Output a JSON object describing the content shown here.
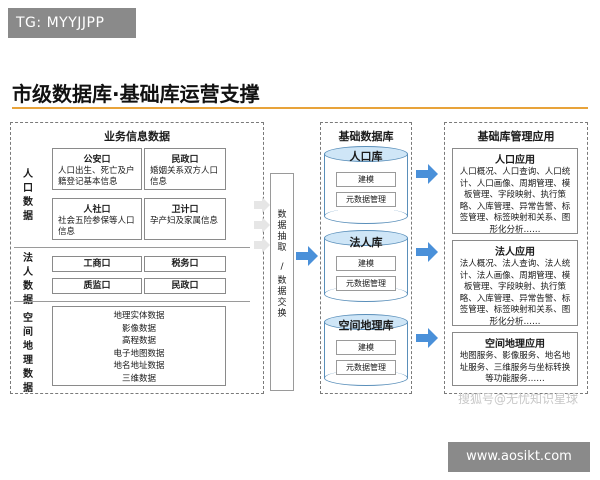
{
  "tag": "TG: MYYJJPP",
  "title": "市级数据库·基础库运营支撑",
  "left_panel": {
    "title": "业务信息数据",
    "population_label": "人口数据",
    "legal_label": "法人数据",
    "spatial_label": "空间地理数据",
    "public_security": {
      "title": "公安口",
      "body": "人口出生、死亡及户籍登记基本信息"
    },
    "civil_affairs_1": {
      "title": "民政口",
      "body": "婚姻关系双方人口信息"
    },
    "social_security": {
      "title": "人社口",
      "body": "社会五险参保等人口信息"
    },
    "health": {
      "title": "卫计口",
      "body": "孕产妇及家属信息"
    },
    "industry_commerce": "工商口",
    "tax": "税务口",
    "quality": "质监口",
    "civil_affairs_2": "民政口",
    "spatial_items": [
      "地理实体数据",
      "影像数据",
      "高程数据",
      "电子地图数据",
      "地名地址数据",
      "三维数据"
    ]
  },
  "exchange": {
    "col1": "数据抽取",
    "slash": "/",
    "col2": "数据交换"
  },
  "middle_panel": {
    "title": "基础数据库",
    "db_population": {
      "name": "人口库",
      "item1": "建模",
      "item2": "元数据管理"
    },
    "db_legal": {
      "name": "法人库",
      "item1": "建模",
      "item2": "元数据管理"
    },
    "db_spatial": {
      "name": "空间地理库",
      "item1": "建模",
      "item2": "元数据管理"
    }
  },
  "right_panel": {
    "title": "基础库管理应用",
    "app_population": {
      "title": "人口应用",
      "body": "人口概况、人口查询、人口统计、人口画像、周期管理、模板管理、字段映射、执行策略、入库管理、异常告警、标签管理、标签映射和关系、图形化分析……"
    },
    "app_legal": {
      "title": "法人应用",
      "body": "法人概况、法人查询、法人统计、法人画像、周期管理、模板管理、字段映射、执行策略、入库管理、异常告警、标签管理、标签映射和关系、图形化分析……"
    },
    "app_spatial": {
      "title": "空间地理应用",
      "body": "地图服务、影像服务、地名地址服务、三维服务与坐标转换等功能服务……"
    }
  },
  "watermark": "搜狐号@无忧知识星球",
  "footer_url": "www.aosikt.com",
  "colors": {
    "accent": "#e8a33a",
    "arrow": "#4a90d9",
    "cylinder_top": "#cfe6f7"
  }
}
